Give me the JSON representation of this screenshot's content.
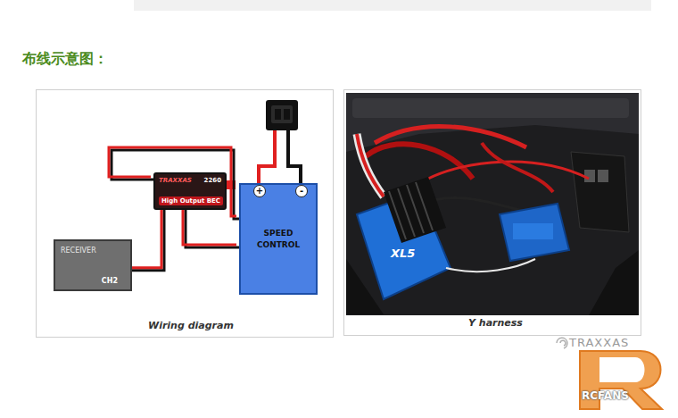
{
  "diagram": {
    "title": "布线示意图：",
    "nodes": [
      {
        "text": [
          "RECEIVER",
          "CH2"
        ]
      },
      {
        "text": [
          "TRAXXAS",
          "2260",
          "High Output BEC"
        ]
      },
      {
        "text": [
          "SPEED CONTROL"
        ]
      }
    ],
    "edges": [
      {
        "from": 1,
        "to": 0,
        "arrow": "none"
      },
      {
        "from": 1,
        "to": 2,
        "arrow": "none"
      },
      {
        "from": 1,
        "to": 2,
        "arrow": "none"
      }
    ],
    "labels": [
      "+",
      "-",
      "Wiring diagram",
      "XL5",
      "Y harness",
      "TRAXXAS",
      "RCFANS"
    ]
  }
}
